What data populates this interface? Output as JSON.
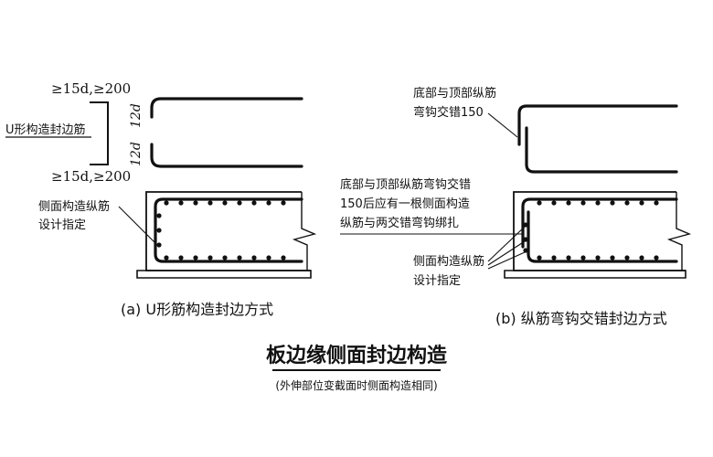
{
  "left": {
    "dim_top": "≥15d,≥200",
    "dim_bottom": "≥15d,≥200",
    "u_label": "U形构造封边筋",
    "lap_top": "12d",
    "lap_bottom": "12d",
    "side_bar_line1": "侧面构造纵筋",
    "side_bar_line2": "设计指定",
    "caption": "(a)  U形筋构造封边方式"
  },
  "right": {
    "top_note_line1": "底部与顶部纵筋",
    "top_note_line2": "弯钩交错150",
    "mid_note_line1": "底部与顶部纵筋弯钩交错",
    "mid_note_line2": "150后应有一根侧面构造",
    "mid_note_line3": "纵筋与两交错弯钩绑扎",
    "side_bar_line1": "侧面构造纵筋",
    "side_bar_line2": "设计指定",
    "caption": "(b)  纵筋弯钩交错封边方式"
  },
  "main_title": "板边缘侧面封边构造",
  "subtitle": "(外伸部位变截面时侧面构造相同)"
}
